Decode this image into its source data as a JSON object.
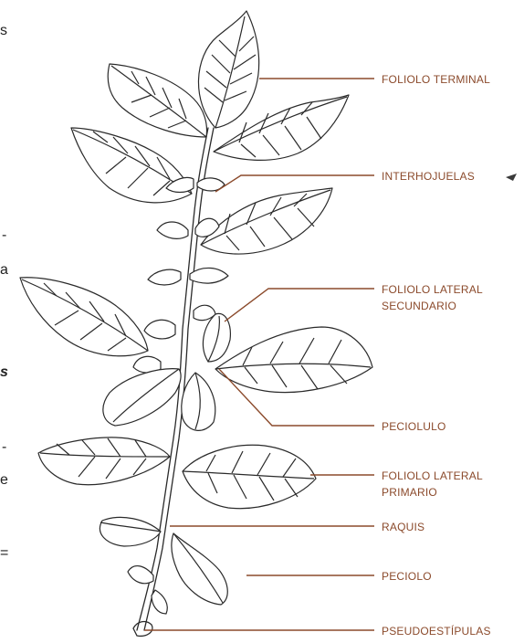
{
  "diagram": {
    "label_color": "#8b4a2b",
    "ink_color": "#2a2a2a",
    "labels": {
      "foliolo_terminal": "FOLIOLO TERMINAL",
      "interhojuelas": "INTERHOJUELAS",
      "foliolo_lateral_secundario": [
        "FOLIOLO LATERAL",
        "SECUNDARIO"
      ],
      "peciolulo": "PECIOLULO",
      "foliolo_lateral_primario": [
        "FOLIOLO LATERAL",
        "PRIMARIO"
      ],
      "raquis": "RAQUIS",
      "peciolo": "PECIOLO",
      "pseudoestipulas": "PSEUDOESTÍPULAS"
    },
    "left_edge_text": [
      "s",
      "-",
      "a",
      "s",
      "-",
      "e",
      "="
    ]
  }
}
